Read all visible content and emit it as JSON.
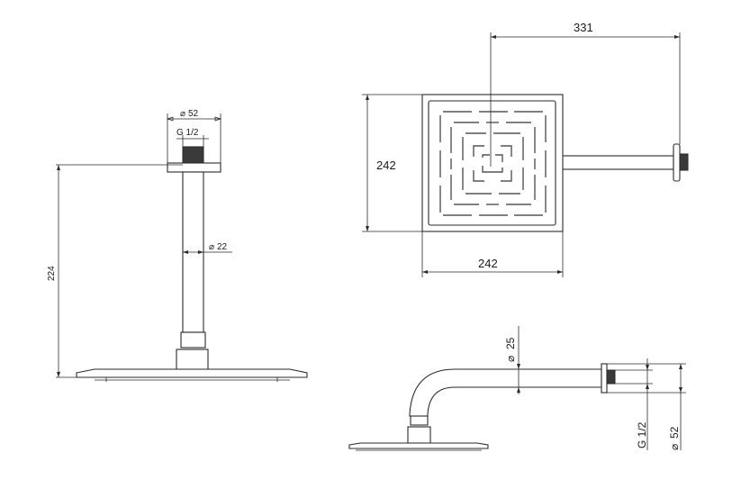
{
  "front_view": {
    "width_dim": "52",
    "thread_dim": "G 1/2",
    "height_dim": "224",
    "pipe_dim": "22"
  },
  "top_view": {
    "projection_dim": "331",
    "depth_dim": "242",
    "width_dim": "242"
  },
  "side_view": {
    "pipe_dim": "25",
    "thread_dim": "G 1/2",
    "flange_dim": "52"
  },
  "symbols": {
    "diameter": "⌀"
  }
}
